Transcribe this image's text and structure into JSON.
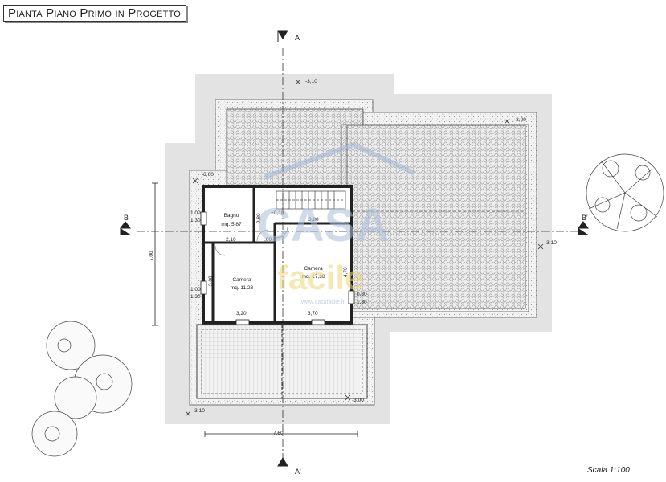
{
  "title": "Pianta Piano Primo in Progetto",
  "scale": "Scala 1:100",
  "sections": {
    "a_top": "A",
    "a_bottom": "A'",
    "b_left": "B",
    "b_right": "B'"
  },
  "rooms": {
    "bagno_name": "Bagno",
    "bagno_area": "mq. 5,87",
    "camera1_name": "Camera",
    "camera1_area": "mq. 11,23",
    "camera2_name": "Camera",
    "camera2_area": "mq. 17,38"
  },
  "levels": {
    "top": "-3,10",
    "top_right": "-3,00",
    "left": "-3,00",
    "right": "-3,10",
    "bottom_right": "-3,00",
    "bottom_left": "-3,10",
    "stair": "+0,10"
  },
  "dims": {
    "overall_width": "7,60",
    "overall_height": "7,00",
    "d_380": "3,80",
    "d_210": "2,10",
    "d_320": "3,20",
    "d_370": "3,70",
    "d_470": "4,70",
    "d_280": "2,80",
    "d_300": "3,00",
    "d_00": ",00",
    "d_080": "0,80",
    "d_130": "1,30",
    "d_100": "1,00"
  },
  "watermark": {
    "casa": "CASA",
    "facile": "facile",
    "tag": "www.casafacile.it"
  }
}
